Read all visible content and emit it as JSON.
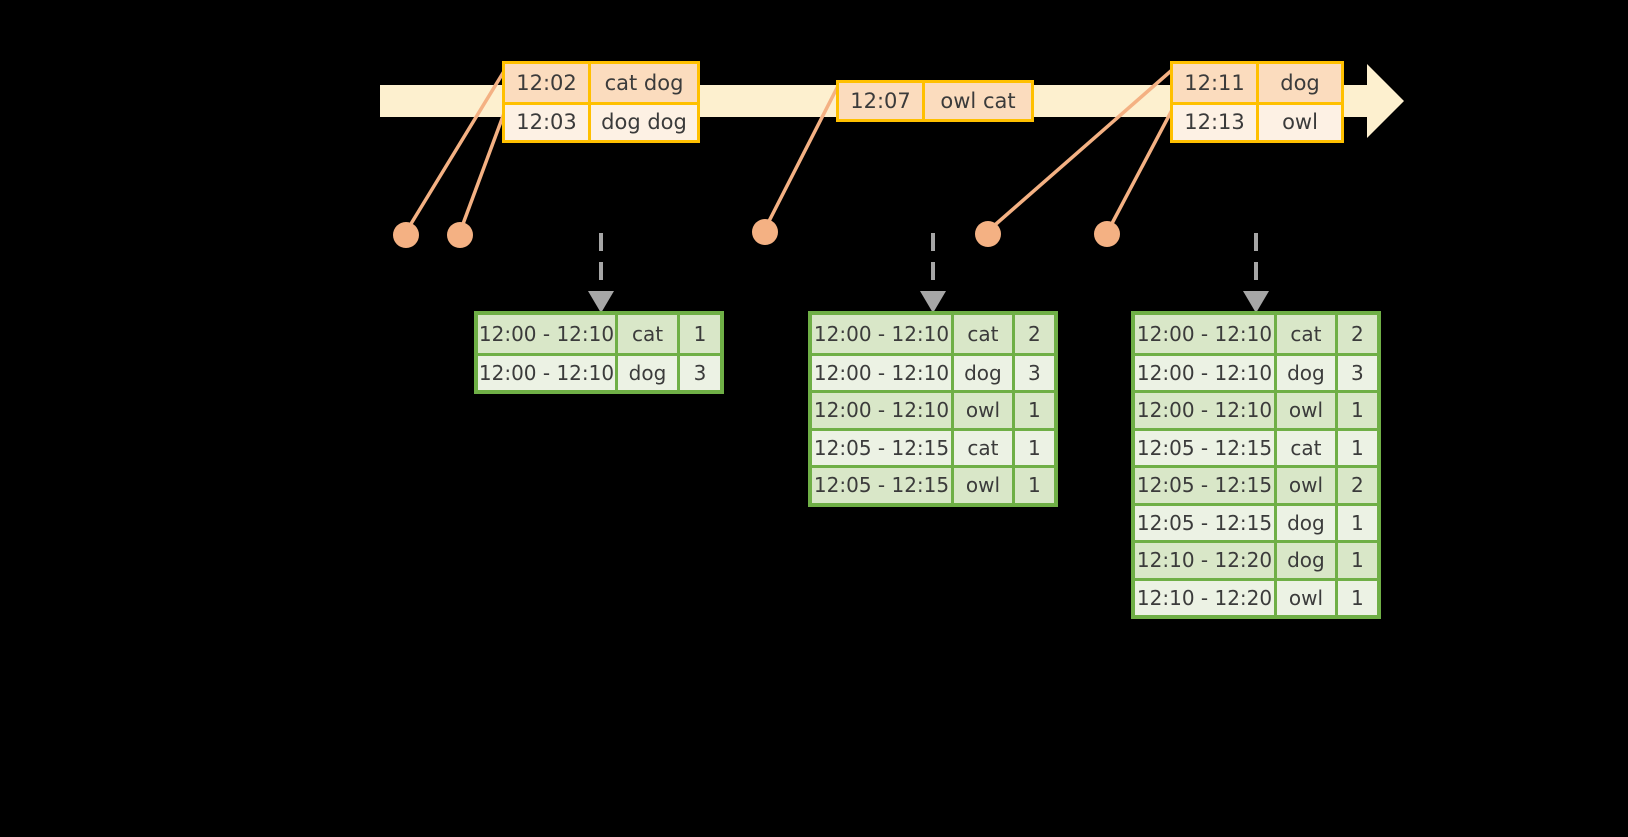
{
  "timeline": {
    "bar_color": "#FDF0CF",
    "border_color": "#FFC000",
    "arrow_label": "time-arrow",
    "event_groups": [
      {
        "name": "events-group-1",
        "rows": [
          {
            "time": "12:02",
            "text": "cat dog"
          },
          {
            "time": "12:03",
            "text": "dog dog"
          }
        ]
      },
      {
        "name": "events-group-2",
        "rows": [
          {
            "time": "12:07",
            "text": "owl cat"
          }
        ]
      },
      {
        "name": "events-group-3",
        "rows": [
          {
            "time": "12:11",
            "text": "dog"
          },
          {
            "time": "12:13",
            "text": "owl"
          }
        ]
      }
    ]
  },
  "accent": {
    "orange_fill": "#F4B183",
    "orange_line": "#F4B183",
    "green_border": "#6FAF46",
    "green_row_a": "#D9E7C8",
    "green_row_b": "#ECF2E4",
    "dashed_arrow": "#A6A6A6"
  },
  "tables": [
    {
      "name": "result-table-1",
      "rows": [
        {
          "window": "12:00 - 12:10",
          "key": "cat",
          "count": "1"
        },
        {
          "window": "12:00 - 12:10",
          "key": "dog",
          "count": "3"
        }
      ]
    },
    {
      "name": "result-table-2",
      "rows": [
        {
          "window": "12:00 - 12:10",
          "key": "cat",
          "count": "2"
        },
        {
          "window": "12:00 - 12:10",
          "key": "dog",
          "count": "3"
        },
        {
          "window": "12:00 - 12:10",
          "key": "owl",
          "count": "1"
        },
        {
          "window": "12:05 - 12:15",
          "key": "cat",
          "count": "1"
        },
        {
          "window": "12:05 - 12:15",
          "key": "owl",
          "count": "1"
        }
      ]
    },
    {
      "name": "result-table-3",
      "rows": [
        {
          "window": "12:00 - 12:10",
          "key": "cat",
          "count": "2"
        },
        {
          "window": "12:00 - 12:10",
          "key": "dog",
          "count": "3"
        },
        {
          "window": "12:00 - 12:10",
          "key": "owl",
          "count": "1"
        },
        {
          "window": "12:05 - 12:15",
          "key": "cat",
          "count": "1"
        },
        {
          "window": "12:05 - 12:15",
          "key": "owl",
          "count": "2"
        },
        {
          "window": "12:05 - 12:15",
          "key": "dog",
          "count": "1"
        },
        {
          "window": "12:10 - 12:20",
          "key": "dog",
          "count": "1"
        },
        {
          "window": "12:10 - 12:20",
          "key": "owl",
          "count": "1"
        }
      ]
    }
  ]
}
